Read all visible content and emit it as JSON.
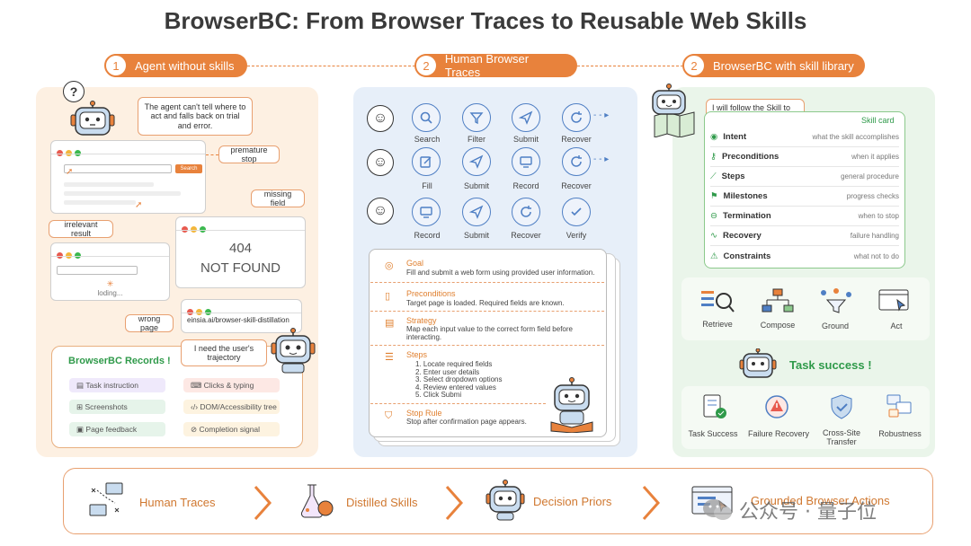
{
  "title": "BrowserBC: From Browser Traces to Reusable Web Skills",
  "steps": [
    {
      "num": "1",
      "label": "Agent without skills"
    },
    {
      "num": "2",
      "label": "Human Browser Traces"
    },
    {
      "num": "2",
      "label": "BrowserBC with skill library"
    }
  ],
  "left": {
    "bubble_question": "?",
    "agent_note": "The agent can't tell where to act and falls back on trial and error.",
    "search_button": "Search",
    "premature_stop": "premature stop",
    "missing_field": "missing field",
    "irrelevant_result": "irrelevant result",
    "not_found_code": "404",
    "not_found_text": "NOT FOUND",
    "loading": "loding...",
    "wrong_page": "wrong page",
    "url": "einsia.ai/browser-skill-distillation",
    "need_trajectory": "I need the user's trajectory",
    "records_title": "BrowserBC Records !",
    "records": [
      "Task instruction",
      "Clicks & typing",
      "Screenshots",
      "DOM/Accessibility tree",
      "Page feedback",
      "Completion signal"
    ]
  },
  "middle": {
    "rows": [
      [
        "Search",
        "Filter",
        "Submit",
        "Recover"
      ],
      [
        "Fill",
        "Submit",
        "Record",
        "Recover"
      ],
      [
        "Record",
        "Submit",
        "Recover",
        "Verify"
      ]
    ],
    "doc": {
      "goal_title": "Goal",
      "goal_text": "Fill and submit a web form using provided user information.",
      "pre_title": "Preconditions",
      "pre_text": "Target page is loaded. Required fields are known.",
      "strategy_title": "Strategy",
      "strategy_text": "Map each input value to the correct form field before interacting.",
      "steps_title": "Steps",
      "steps": [
        "1. Locate required fields",
        "2. Enter user details",
        "3. Select dropdown options",
        "4. Review entered values",
        "5. Click Submi"
      ],
      "stop_title": "Stop Rule",
      "stop_text": "Stop after confirmation page appears."
    }
  },
  "right": {
    "follow_note": "I will follow the Skill to complete the task.",
    "skill_card_title": "Skill card",
    "skill_rows": [
      {
        "name": "Intent",
        "desc": "what the skill accomplishes"
      },
      {
        "name": "Preconditions",
        "desc": "when it applies"
      },
      {
        "name": "Steps",
        "desc": "general procedure"
      },
      {
        "name": "Milestones",
        "desc": "progress checks"
      },
      {
        "name": "Termination",
        "desc": "when to stop"
      },
      {
        "name": "Recovery",
        "desc": "failure handling"
      },
      {
        "name": "Constraints",
        "desc": "what not to do"
      }
    ],
    "tools": [
      "Retrieve",
      "Compose",
      "Ground",
      "Act"
    ],
    "task_success": "Task success !",
    "outcomes": [
      "Task Success",
      "Failure Recovery",
      "Cross-Site Transfer",
      "Robustness"
    ]
  },
  "bottom": [
    "Human Traces",
    "Distilled Skills",
    "Decision Priors",
    "Grounded Browser Actions"
  ],
  "watermark": "公众号 · 量子位",
  "colors": {
    "accent": "#e8823c",
    "blue": "#4f7fc4",
    "green": "#2f9a4a"
  }
}
